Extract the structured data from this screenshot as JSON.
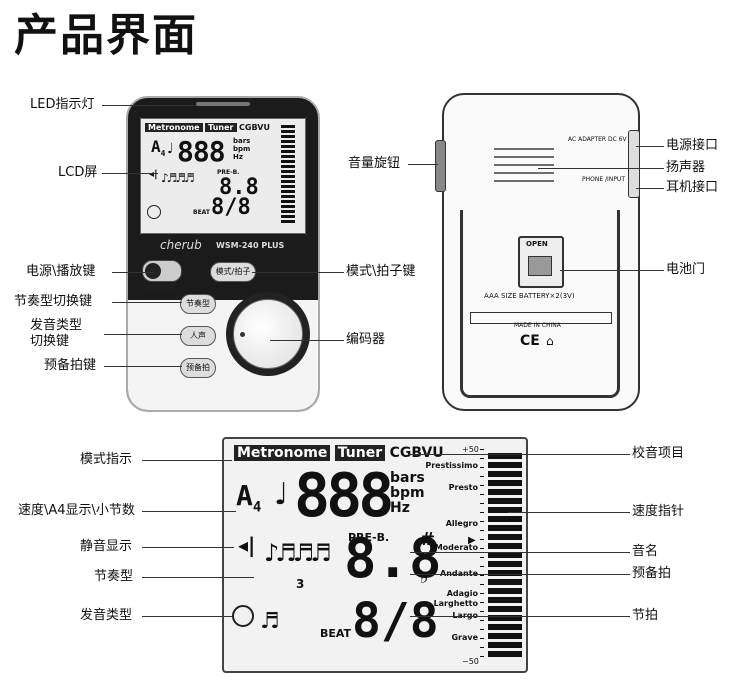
{
  "title": "产品界面",
  "device": {
    "brand": "cherub",
    "model": "WSM-240 PLUS",
    "power_play_label": "电源/播放",
    "mode_beat_label": "模式/拍子",
    "rhythm_label": "节奏型",
    "sound_label": "人声",
    "prebeat_label": "预备拍",
    "open_label": "OPEN",
    "battery_text": "AAA SIZE BATTERY×2(3V)",
    "made_in": "MADE IN CHINA",
    "ac_adapter": "AC ADAPTER DC 6V",
    "phone_input": "PHONE /INPUT",
    "ce": "CE"
  },
  "lcd": {
    "metronome": "Metronome",
    "tuner": "Tuner",
    "cgbvu": "CGBVU",
    "digits": "888",
    "bars": "bars",
    "bpm": "bpm",
    "hz": "Hz",
    "a4": "A",
    "a4_sub": "4",
    "pre_b": "PRE-B.",
    "note_digit": "8.8",
    "sharp": "#",
    "flat": "♭",
    "triplet": "3",
    "beat": "BEAT",
    "beat_value": "8/8",
    "scale_top": "+50",
    "scale_bottom": "−50",
    "tempo_words": [
      "Prestissimo",
      "Presto",
      "Allegro",
      "Moderato",
      "Andante",
      "Adagio",
      "Larghetto",
      "Largo",
      "Grave"
    ]
  },
  "callouts_left_top": [
    "LED指示灯",
    "LCD屏",
    "电源\\播放键",
    "节奏型切换键",
    "发音类型",
    "切换键",
    "预备拍键"
  ],
  "callouts_right_top": [
    "模式\\拍子键",
    "编码器"
  ],
  "callouts_back_left": [
    "音量旋钮"
  ],
  "callouts_back_right": [
    "电源接口",
    "扬声器",
    "耳机接口",
    "电池门"
  ],
  "callouts_lcd_left": [
    "模式指示",
    "速度\\A4显示\\小节数",
    "静音显示",
    "节奏型",
    "发音类型"
  ],
  "callouts_lcd_right": [
    "校音项目",
    "速度指针",
    "音名",
    "预备拍",
    "节拍"
  ]
}
